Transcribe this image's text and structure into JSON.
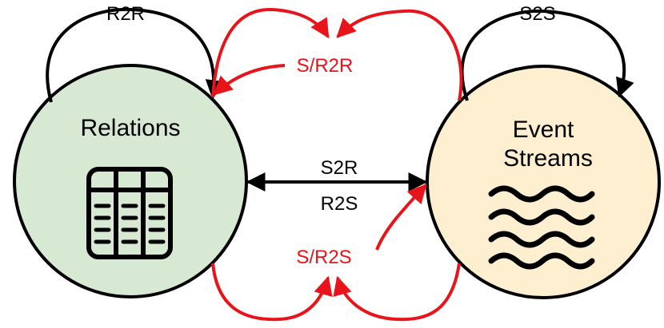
{
  "nodes": {
    "relations": {
      "label": "Relations",
      "fill": "#d7e8d3",
      "icon": "table-icon"
    },
    "streams": {
      "label_line1": "Event",
      "label_line2": "Streams",
      "fill": "#fdefd0",
      "icon": "waves-icon"
    }
  },
  "edges": {
    "r2r": "R2R",
    "s2s": "S2S",
    "s2r": "S2R",
    "r2s": "R2S",
    "sr2r": "S/R2R",
    "sr2s": "S/R2S"
  },
  "colors": {
    "stroke": "#000000",
    "accent": "#e8141b"
  }
}
